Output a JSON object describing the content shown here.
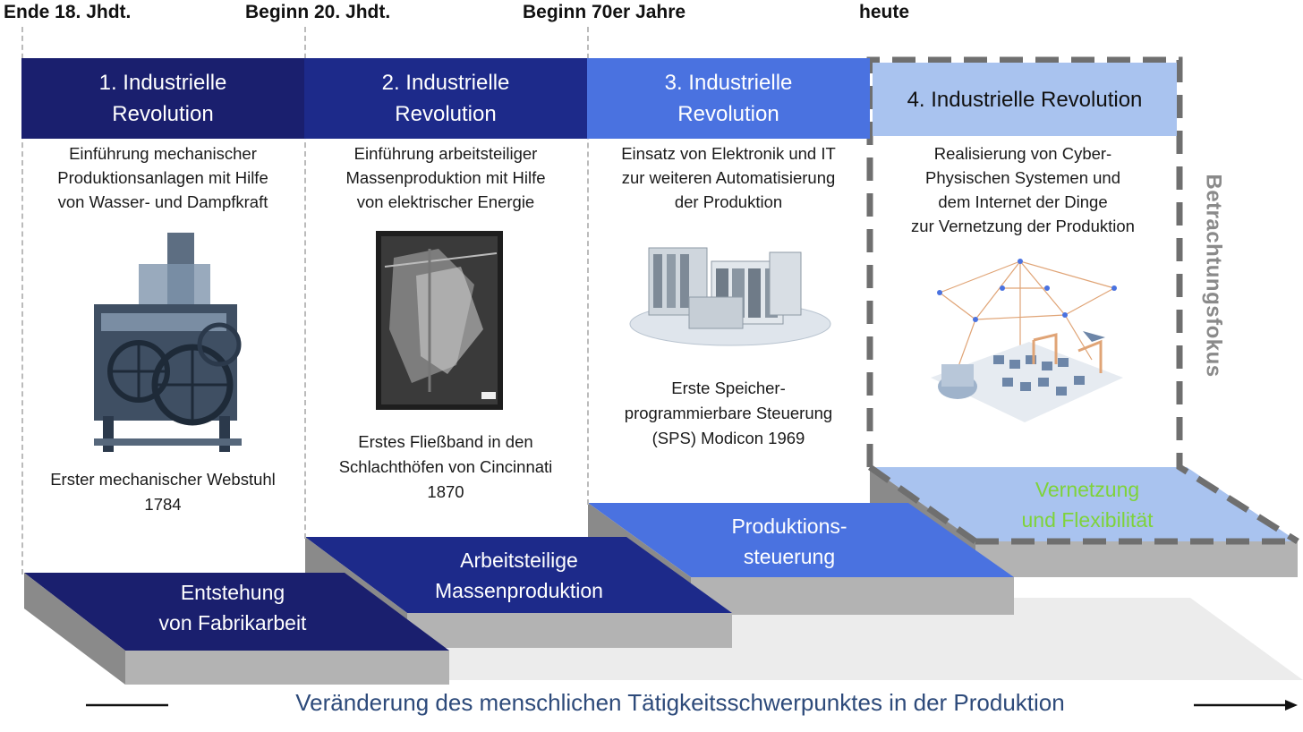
{
  "eras": [
    "Ende 18. Jhdt.",
    "Beginn 20. Jhdt.",
    "Beginn 70er Jahre",
    "heute"
  ],
  "revolutions": [
    {
      "title_line1": "1. Industrielle",
      "title_line2": "Revolution",
      "description": [
        "Einführung mechanischer",
        "Produktionsanlagen mit Hilfe",
        "von Wasser- und Dampfkraft"
      ],
      "caption": [
        "Erster mechanischer Webstuhl",
        "1784"
      ],
      "image": "mechanical-loom-photo",
      "step_label": [
        "Entstehung",
        "von Fabrikarbeit"
      ],
      "color": "#1a1f6e"
    },
    {
      "title_line1": "2. Industrielle",
      "title_line2": "Revolution",
      "description": [
        "Einführung arbeitsteiliger",
        "Massenproduktion mit Hilfe",
        "von elektrischer Energie"
      ],
      "caption": [
        "Erstes Fließband in den",
        "Schlachthöfen von Cincinnati",
        "1870"
      ],
      "image": "slaughterhouse-photo",
      "step_label": [
        "Arbeitsteilige",
        "Massenproduktion"
      ],
      "color": "#1d2a8a"
    },
    {
      "title_line1": "3. Industrielle",
      "title_line2": "Revolution",
      "description": [
        "Einsatz von Elektronik und IT",
        "zur weiteren Automatisierung",
        "der Produktion"
      ],
      "caption": [
        "Erste Speicher-",
        "programmierbare Steuerung",
        "(SPS) Modicon 1969"
      ],
      "image": "plc-modules-photo",
      "step_label": [
        "Produktions-",
        "steuerung"
      ],
      "color": "#4a72e0"
    },
    {
      "title": "4. Industrielle Revolution",
      "description": [
        "Realisierung von Cyber-",
        "Physischen Systemen und",
        "dem Internet der Dinge",
        "zur Vernetzung der Produktion"
      ],
      "image": "smart-factory-illustration",
      "step_label": [
        "Vernetzung",
        "und Flexibilität"
      ],
      "color": "#a9c3ef",
      "label_color": "#7ed33a"
    }
  ],
  "focus_label": "Betrachtungsfokus",
  "bottom_caption": "Veränderung des menschlichen Tätigkeitsschwerpunktes in der Produktion"
}
